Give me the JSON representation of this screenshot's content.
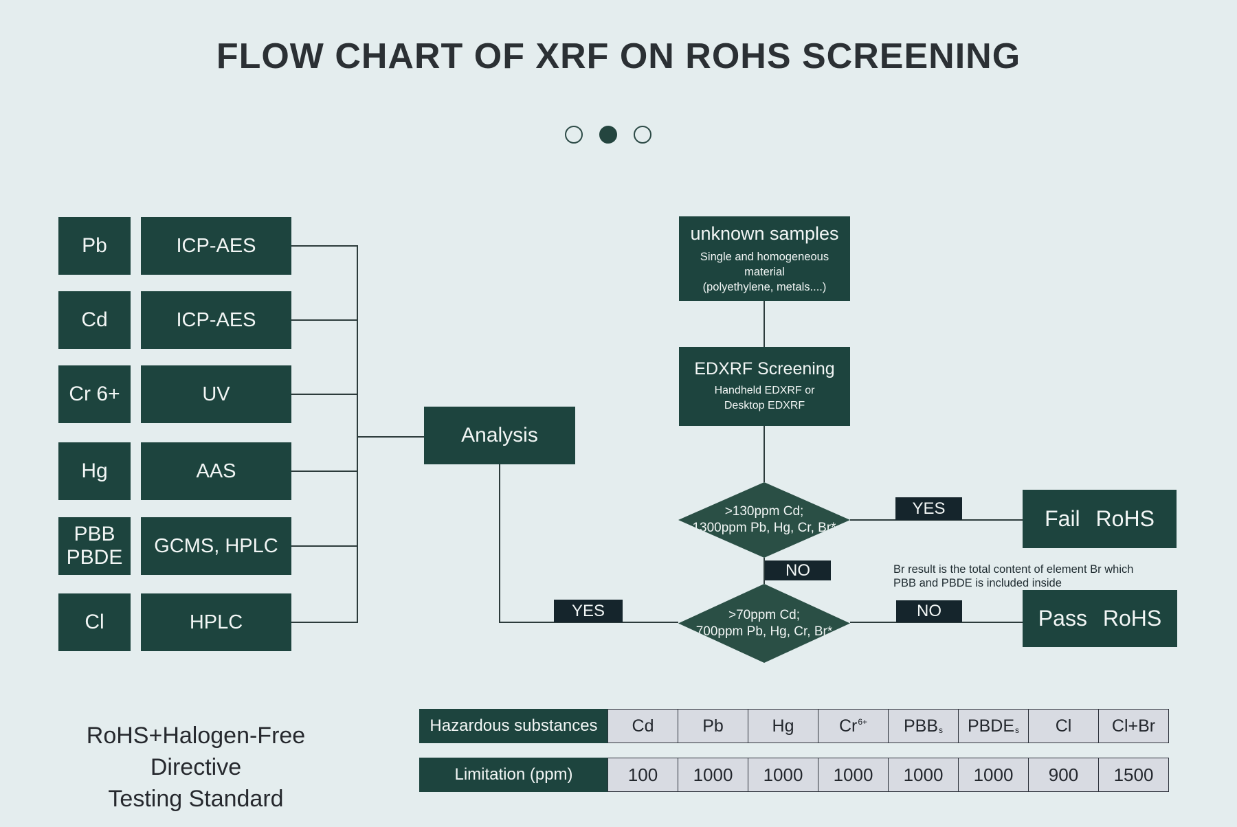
{
  "title": "FLOW CHART OF XRF ON ROHS SCREENING",
  "carousel": {
    "count": 3,
    "active_index": 1
  },
  "left_rows": [
    {
      "substance": "Pb",
      "method": "ICP-AES"
    },
    {
      "substance": "Cd",
      "method": "ICP-AES"
    },
    {
      "substance": "Cr 6+",
      "method": "UV"
    },
    {
      "substance": "Hg",
      "method": "AAS"
    },
    {
      "substance": "PBB\nPBDE",
      "method": "GCMS、HPLC"
    },
    {
      "substance": "Cl",
      "method": "HPLC"
    }
  ],
  "analysis": {
    "label": "Analysis"
  },
  "flow": {
    "unknown_samples": {
      "title": "unknown samples",
      "subtitle_line1": "Single and homogeneous material",
      "subtitle_line2": "(polyethylene, metals....)"
    },
    "edxrf_screening": {
      "title": "EDXRF Screening",
      "subtitle_line1": "Handheld EDXRF or",
      "subtitle_line2": "Desktop EDXRF"
    },
    "decision1": {
      "line1": ">130ppm Cd;",
      "line2": "1300ppm Pb、Hg、Cr、Br*"
    },
    "decision2": {
      "line1": ">70ppm Cd;",
      "line2": "700ppm Pb、Hg、Cr、Br*"
    },
    "label_yes_fail": "YES",
    "label_no_between": "NO",
    "label_yes_analysis": "YES",
    "label_no_pass": "NO",
    "fail_label": "Fail RoHS",
    "pass_label": "Pass RoHS",
    "note_line1": "Br result is the total content of element Br which",
    "note_line2": "PBB and PBDE is included inside"
  },
  "table": {
    "row1_header": "Hazardous substances",
    "row2_header": "Limitation (ppm)",
    "columns": [
      {
        "label": "Cd",
        "limit": "100"
      },
      {
        "label": "Pb",
        "limit": "1000"
      },
      {
        "label": "Hg",
        "limit": "1000"
      },
      {
        "label": "Cr",
        "sup": "6+",
        "limit": "1000"
      },
      {
        "label": "PBB",
        "sub": "s",
        "limit": "1000"
      },
      {
        "label": "PBDE",
        "sub": "s",
        "limit": "1000"
      },
      {
        "label": "Cl",
        "limit": "900"
      },
      {
        "label": "Cl+Br",
        "limit": "1500"
      }
    ]
  },
  "footer": {
    "line1": "RoHS+Halogen-Free Directive",
    "line2": "Testing Standard"
  },
  "colors": {
    "box_green": "#1d443e",
    "diamond_green": "#2a4f45",
    "label_dark": "#15252c",
    "background": "#e4edee",
    "table_cell": "#d8dbe2",
    "line": "#2c3b3b"
  }
}
